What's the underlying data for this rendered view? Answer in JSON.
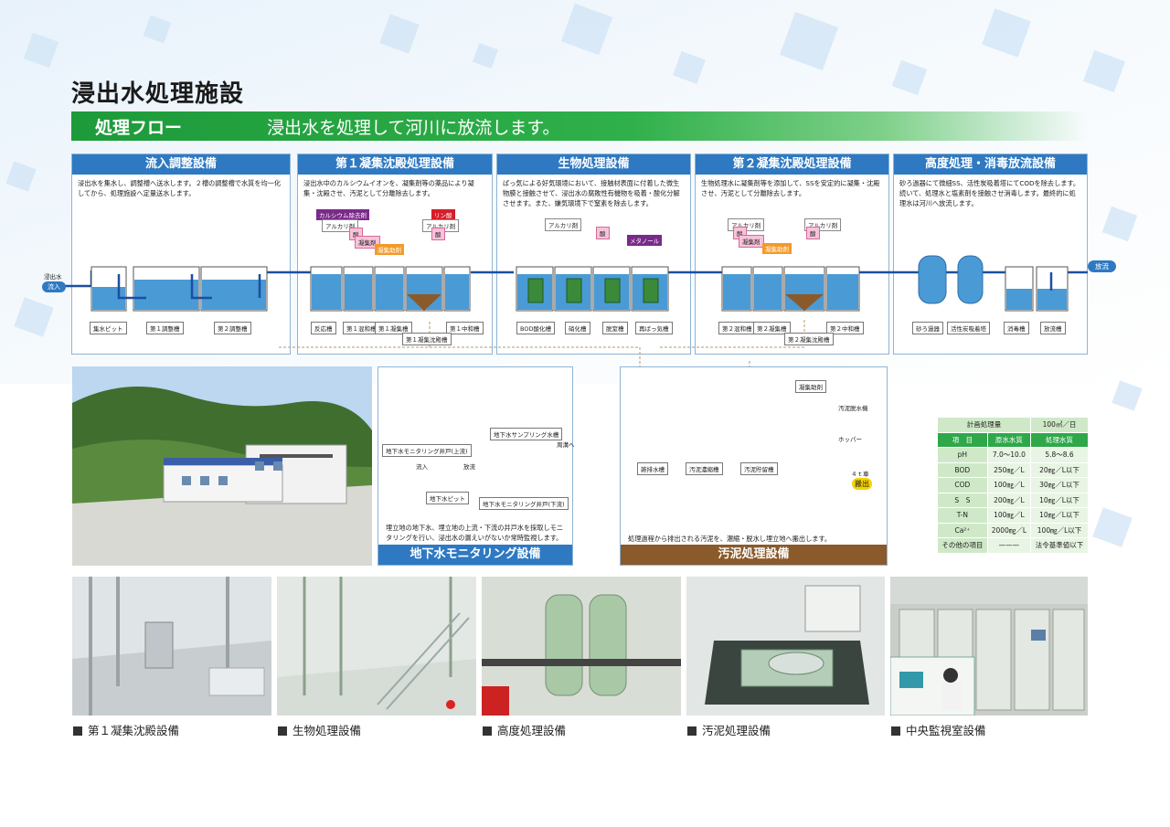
{
  "title": "浸出水処理施設",
  "banner": {
    "label": "処理フロー",
    "sub": "浸出水を処理して河川に放流します。"
  },
  "sections": [
    {
      "head": "流入調整設備",
      "desc": "浸出水を集水し、調整槽へ送水します。２槽の調整槽で水質を均一化してから、処理施設へ定量送水します。",
      "tanks": [
        "集水ピット",
        "第１調整槽",
        "第２調整槽"
      ]
    },
    {
      "head": "第１凝集沈殿処理設備",
      "desc": "浸出水中のカルシウムイオンを、凝集剤等の薬品により凝集・沈殿させ、汚泥として分離除去します。",
      "tanks": [
        "反応槽",
        "第１混和槽",
        "第１凝集槽",
        "第１中和槽",
        "第１凝集沈殿槽"
      ],
      "chems": [
        "カルシウム除去剤",
        "アルカリ剤",
        "酸",
        "凝集剤",
        "凝集助剤",
        "リン酸",
        "アルカリ剤",
        "酸"
      ]
    },
    {
      "head": "生物処理設備",
      "desc": "ばっ気による好気環境において、接触材表面に付着した微生物膜と接触させて、浸出水の腐敗性有機物を吸着・酸化分解させます。また、嫌気環境下で窒素を除去します。",
      "tanks": [
        "BOD酸化槽",
        "硝化槽",
        "脱窒槽",
        "再ばっ気槽"
      ],
      "chems": [
        "アルカリ剤",
        "酸",
        "メタノール"
      ]
    },
    {
      "head": "第２凝集沈殿処理設備",
      "desc": "生物処理水に凝集剤等を添加して、SSを安定的に凝集・沈殿させ、汚泥として分離除去します。",
      "tanks": [
        "第２混和槽",
        "第２凝集槽",
        "第２中和槽",
        "第２凝集沈殿槽"
      ],
      "chems": [
        "アルカリ剤",
        "酸",
        "凝集剤",
        "凝集助剤",
        "アルカリ剤",
        "酸"
      ]
    },
    {
      "head": "高度処理・消毒放流設備",
      "desc": "砂ろ過器にて微細SS、活性炭吸着塔にてCODを除去します。続いて、処理水と塩素剤を接触させ消毒します。最終的に処理水は河川へ放流します。",
      "tanks": [
        "砂ろ過器",
        "活性炭吸着塔",
        "消毒槽",
        "放流槽"
      ]
    }
  ],
  "flow_tags": {
    "inflow_label": "浸出水",
    "inflow": "流入",
    "outflow": "放流"
  },
  "groundwater": {
    "foot": "地下水モニタリング設備",
    "desc": "埋立地の地下水、埋立地の上流・下流の井戸水を採取しモニタリングを行い、浸出水の漏えいがないか常時監視します。",
    "labels": [
      "地下水モニタリング井戸(上流)",
      "流入",
      "放流",
      "地下水ピット",
      "地下水サンプリング水槽",
      "周溝へ",
      "地下水モニタリング井戸(下流)"
    ]
  },
  "sludge": {
    "foot": "汚泥処理設備",
    "desc": "処理過程から排出される汚泥を、濃縮・脱水し埋立地へ搬出します。",
    "labels": [
      "雑排水槽",
      "汚泥濃縮槽",
      "汚泥貯留槽",
      "凝集助剤",
      "汚泥脱水機",
      "ホッパー",
      "４ｔ車",
      "搬出"
    ]
  },
  "quality_table": {
    "capacity_label": "計画処理量",
    "capacity_value": "100㎥／日",
    "headers": [
      "項　目",
      "原水水質",
      "処理水質"
    ],
    "rows": [
      [
        "pH",
        "7.0〜10.0",
        "5.8〜8.6"
      ],
      [
        "BOD",
        "250㎎／L",
        "20㎎／L以下"
      ],
      [
        "COD",
        "100㎎／L",
        "30㎎／L以下"
      ],
      [
        "S　S",
        "200㎎／L",
        "10㎎／L以下"
      ],
      [
        "T-N",
        "100㎎／L",
        "10㎎／L以下"
      ],
      [
        "Ca²⁺",
        "2000㎎／L",
        "100㎎／L以下"
      ],
      [
        "その他の項目",
        "———",
        "法令基準値以下"
      ]
    ]
  },
  "photos": [
    "第１凝集沈殿設備",
    "生物処理設備",
    "高度処理設備",
    "汚泥処理設備",
    "中央監視室設備"
  ],
  "colors": {
    "accent_blue": "#2e79c2",
    "accent_green": "#2fa84a",
    "sludge_brown": "#8a5a2a",
    "water": "#4a9ad6"
  }
}
